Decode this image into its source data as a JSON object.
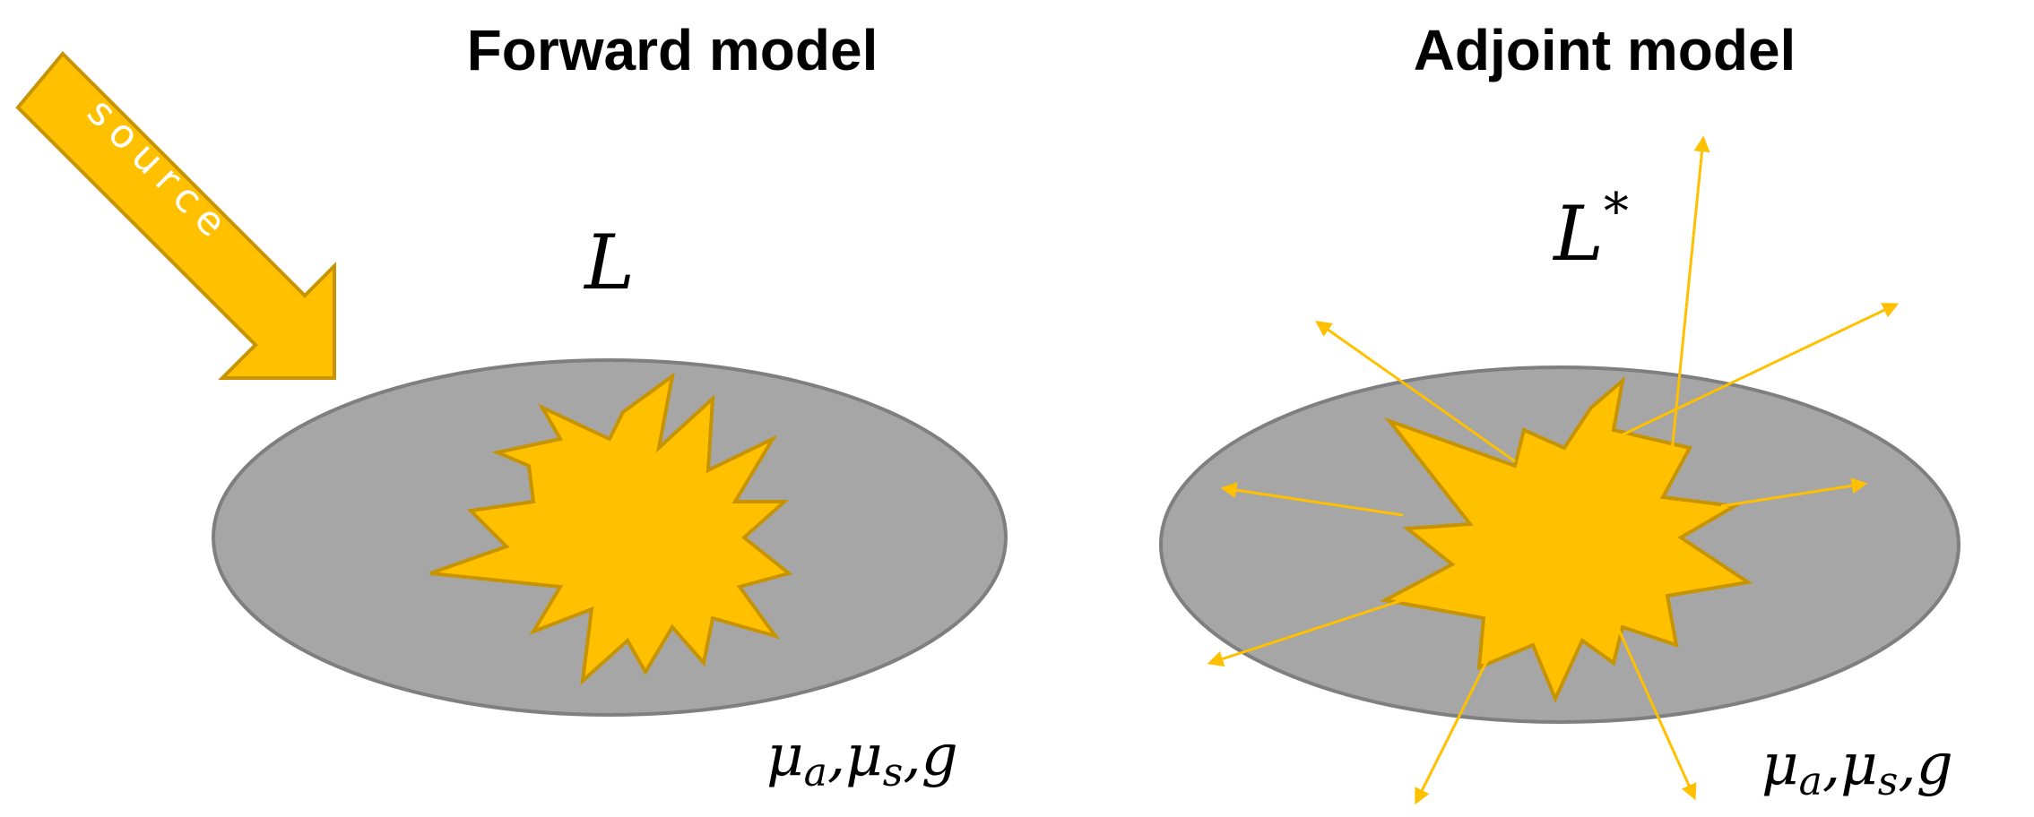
{
  "panels": {
    "forward": {
      "title": "Forward model",
      "operator": "L",
      "source_label": "source",
      "params": {
        "mu": "μ",
        "a": "a",
        "s": "s",
        "sep": ",",
        "g": "g"
      }
    },
    "adjoint": {
      "title": "Adjoint model",
      "operator": "L",
      "operator_sup": "*",
      "params": {
        "mu": "μ",
        "a": "a",
        "s": "s",
        "sep": ",",
        "g": "g"
      }
    }
  },
  "colors": {
    "medium_fill": "#a6a6a6",
    "medium_stroke": "#7f7f7f",
    "burst_fill": "#ffc000",
    "burst_stroke": "#c79400",
    "arrow": "#ffc000"
  }
}
